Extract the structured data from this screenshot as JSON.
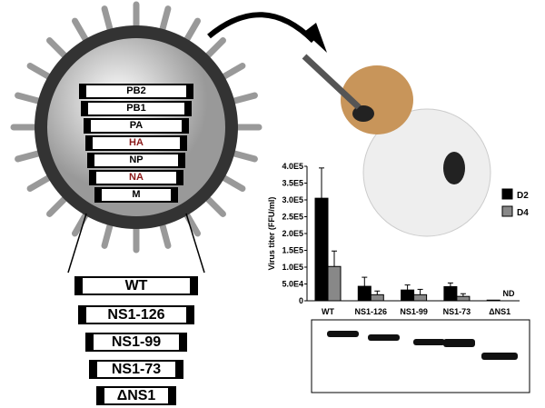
{
  "segments": [
    "PB2",
    "PB1",
    "PA",
    "HA",
    "NP",
    "NA",
    "M"
  ],
  "segment_colors": [
    "#000000",
    "#000000",
    "#000000",
    "#8b1a1a",
    "#000000",
    "#8b1a1a",
    "#000000"
  ],
  "variants": [
    "WT",
    "NS1-126",
    "NS1-99",
    "NS1-73",
    "ΔNS1"
  ],
  "chart_data": {
    "type": "bar",
    "ylabel": "Virus titer (FFU/ml)",
    "ylim": [
      0,
      400000
    ],
    "yticks": [
      "0",
      "5.0E4",
      "1.0E5",
      "1.5E5",
      "2.0E5",
      "2.5E5",
      "3.0E5",
      "3.5E5",
      "4.0E5"
    ],
    "categories": [
      "WT",
      "NS1-126",
      "NS1-99",
      "NS1-73",
      "ΔNS1"
    ],
    "series": [
      {
        "name": "D2",
        "color": "#000000",
        "values": [
          305000,
          43000,
          32000,
          42000,
          2000
        ],
        "errors": [
          90000,
          27000,
          15000,
          11000,
          0
        ]
      },
      {
        "name": "D4",
        "color": "#888888",
        "values": [
          102000,
          18000,
          18000,
          13000,
          0
        ],
        "errors": [
          46000,
          11000,
          16000,
          8000,
          0
        ]
      }
    ],
    "annotations": [
      "ND"
    ],
    "legend": "right"
  }
}
